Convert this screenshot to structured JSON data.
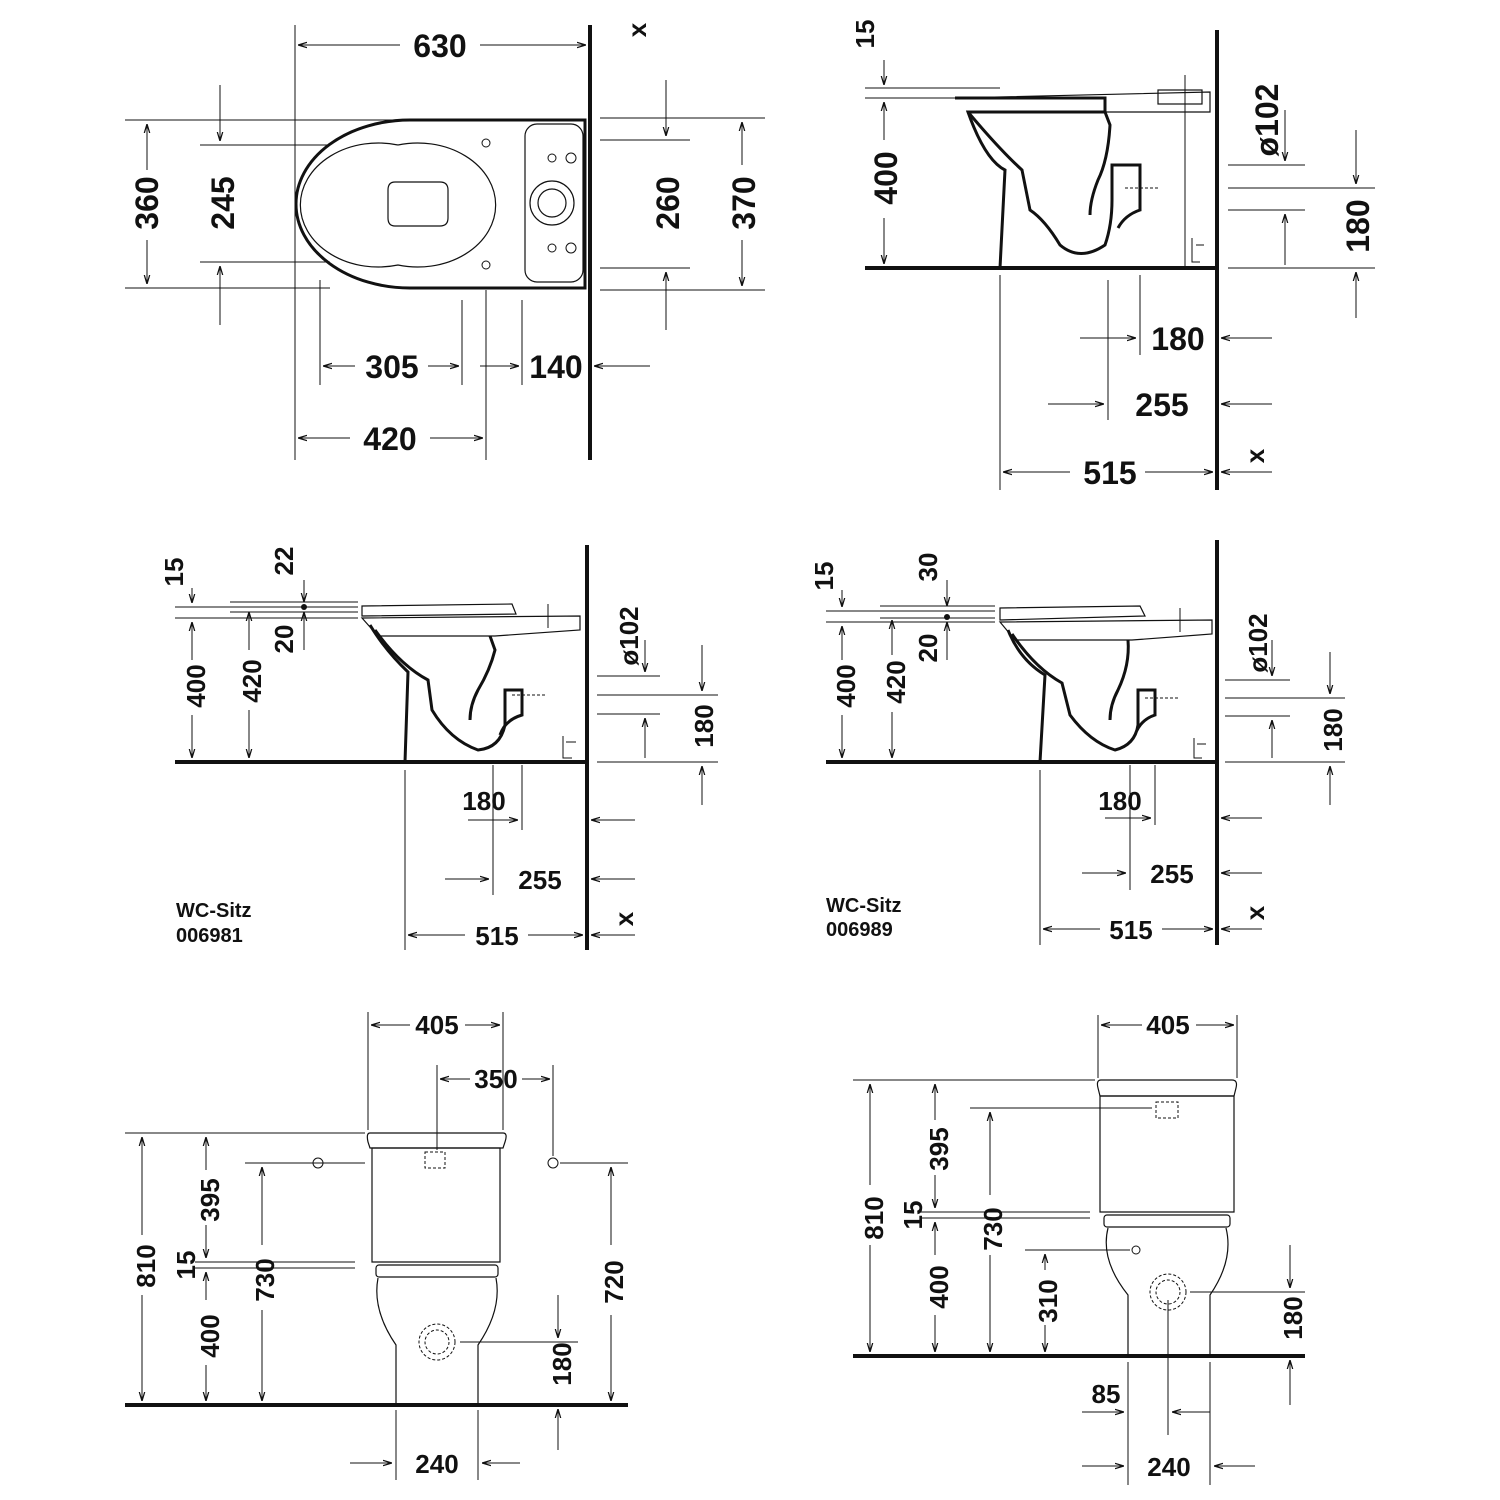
{
  "views": {
    "top_plan": {
      "dims": {
        "d630": "630",
        "d360": "360",
        "d245": "245",
        "d260": "260",
        "d370": "370",
        "d305": "305",
        "d140": "140",
        "d420": "420",
        "x": "x"
      }
    },
    "side_section": {
      "dims": {
        "d15": "15",
        "d400": "400",
        "d102": "ø102",
        "d180v": "180",
        "d180h": "180",
        "d255": "255",
        "d515": "515",
        "x": "x"
      }
    },
    "seat_006981": {
      "label_title": "WC-Sitz",
      "label_code": "006981",
      "dims": {
        "d15": "15",
        "d22": "22",
        "d20": "20",
        "d400": "400",
        "d420": "420",
        "d102": "ø102",
        "d180v": "180",
        "d180h": "180",
        "d255": "255",
        "d515": "515",
        "x": "x"
      }
    },
    "seat_006989": {
      "label_title": "WC-Sitz",
      "label_code": "006989",
      "dims": {
        "d15": "15",
        "d30": "30",
        "d20": "20",
        "d400": "400",
        "d420": "420",
        "d102": "ø102",
        "d180v": "180",
        "d180h": "180",
        "d255": "255",
        "d515": "515",
        "x": "x"
      }
    },
    "front_left": {
      "dims": {
        "d405": "405",
        "d350": "350",
        "d810": "810",
        "d395": "395",
        "d15": "15",
        "d400": "400",
        "d730": "730",
        "d720": "720",
        "d180": "180",
        "d240": "240"
      }
    },
    "front_right": {
      "dims": {
        "d405": "405",
        "d810": "810",
        "d395": "395",
        "d15": "15",
        "d400": "400",
        "d730": "730",
        "d310": "310",
        "d180": "180",
        "d85": "85",
        "d240": "240"
      }
    }
  }
}
